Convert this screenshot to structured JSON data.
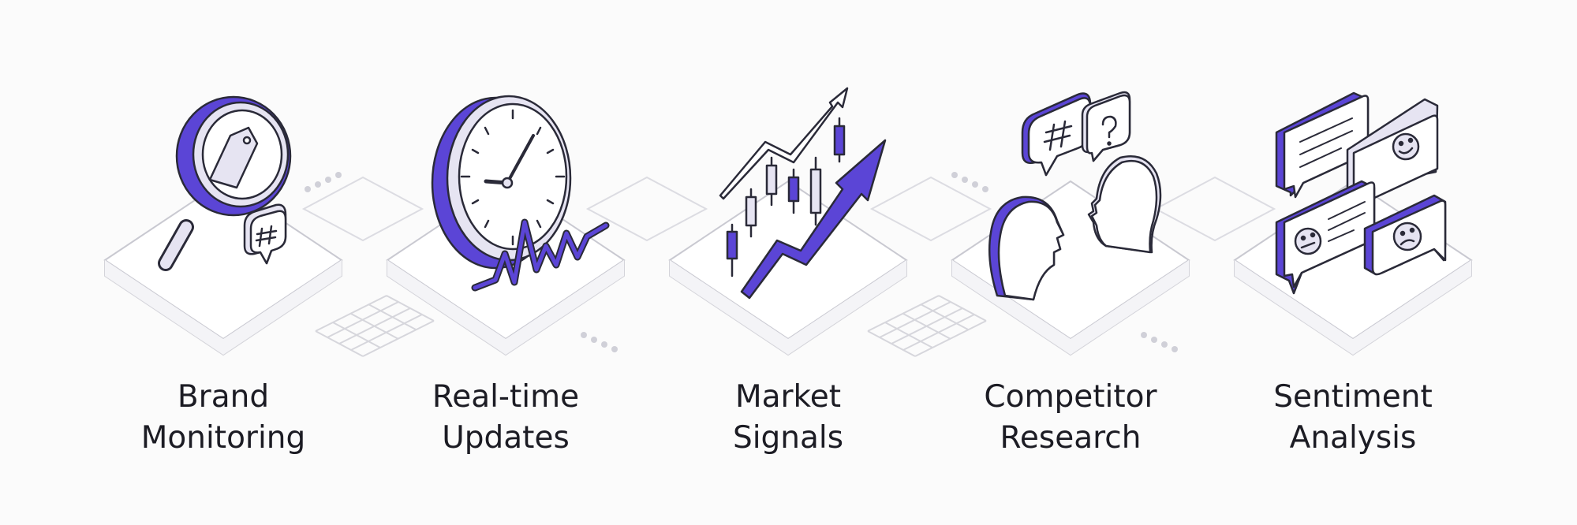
{
  "items": [
    {
      "line1": "Brand",
      "line2": "Monitoring",
      "icon": "magnifier-tag-hashtag-icon"
    },
    {
      "line1": "Real-time",
      "line2": "Updates",
      "icon": "clock-pulse-icon"
    },
    {
      "line1": "Market",
      "line2": "Signals",
      "icon": "candlestick-trend-icon"
    },
    {
      "line1": "Competitor",
      "line2": "Research",
      "icon": "heads-speech-bubbles-icon"
    },
    {
      "line1": "Sentiment",
      "line2": "Analysis",
      "icon": "emoji-speech-bubbles-icon"
    }
  ],
  "colors": {
    "accent": "#5b45d6",
    "accent_light": "#e6e4f2",
    "stroke": "#2a2a38",
    "platform": "#cfcfd6",
    "background": "#fbfbfb"
  }
}
